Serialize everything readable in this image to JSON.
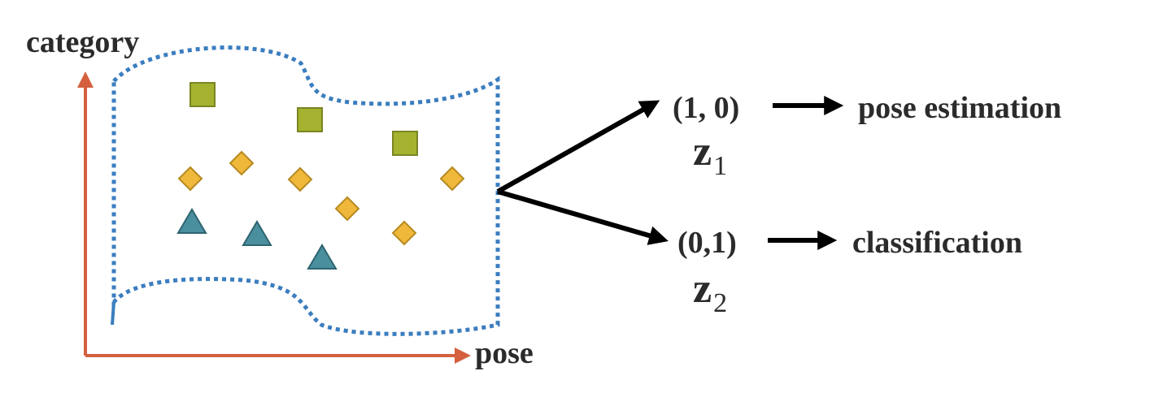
{
  "axes": {
    "y_label": "category",
    "x_label": "pose",
    "color": "#d4603e"
  },
  "manifold": {
    "border_color": "#3b7dbf",
    "items": [
      {
        "shape": "square",
        "color": "#a4b22f"
      },
      {
        "shape": "square",
        "color": "#a4b22f"
      },
      {
        "shape": "square",
        "color": "#a4b22f"
      },
      {
        "shape": "diamond",
        "color": "#f0b83a"
      },
      {
        "shape": "diamond",
        "color": "#f0b83a"
      },
      {
        "shape": "diamond",
        "color": "#f0b83a"
      },
      {
        "shape": "diamond",
        "color": "#f0b83a"
      },
      {
        "shape": "diamond",
        "color": "#f0b83a"
      },
      {
        "shape": "diamond",
        "color": "#f0b83a"
      },
      {
        "shape": "triangle",
        "color": "#4a8f9e"
      },
      {
        "shape": "triangle",
        "color": "#4a8f9e"
      },
      {
        "shape": "triangle",
        "color": "#4a8f9e"
      }
    ]
  },
  "outputs": [
    {
      "vector": "(1, 0)",
      "z": "z",
      "z_sub": "1",
      "task": "pose estimation"
    },
    {
      "vector": "(0,1)",
      "z": "z",
      "z_sub": "2",
      "task": "classification"
    }
  ]
}
